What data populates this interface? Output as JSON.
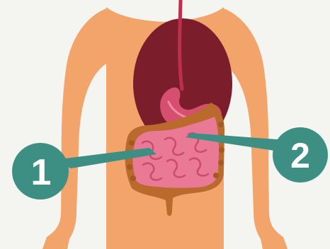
{
  "diagram": {
    "callouts": [
      {
        "number": "1"
      },
      {
        "number": "2"
      }
    ],
    "icons": [
      "digestive-system-illustration",
      "stomach-icon",
      "intestines-icon"
    ],
    "colors": {
      "background": "#f4f4f1",
      "skin": "#f2a46b",
      "torso_cavity": "#7b1d2b",
      "stomach": "#d64f70",
      "small_intestine": "#ea7996",
      "large_intestine": "#b96a2c",
      "callout_fill": "#3d8f84",
      "callout_text": "#ffffff"
    }
  }
}
